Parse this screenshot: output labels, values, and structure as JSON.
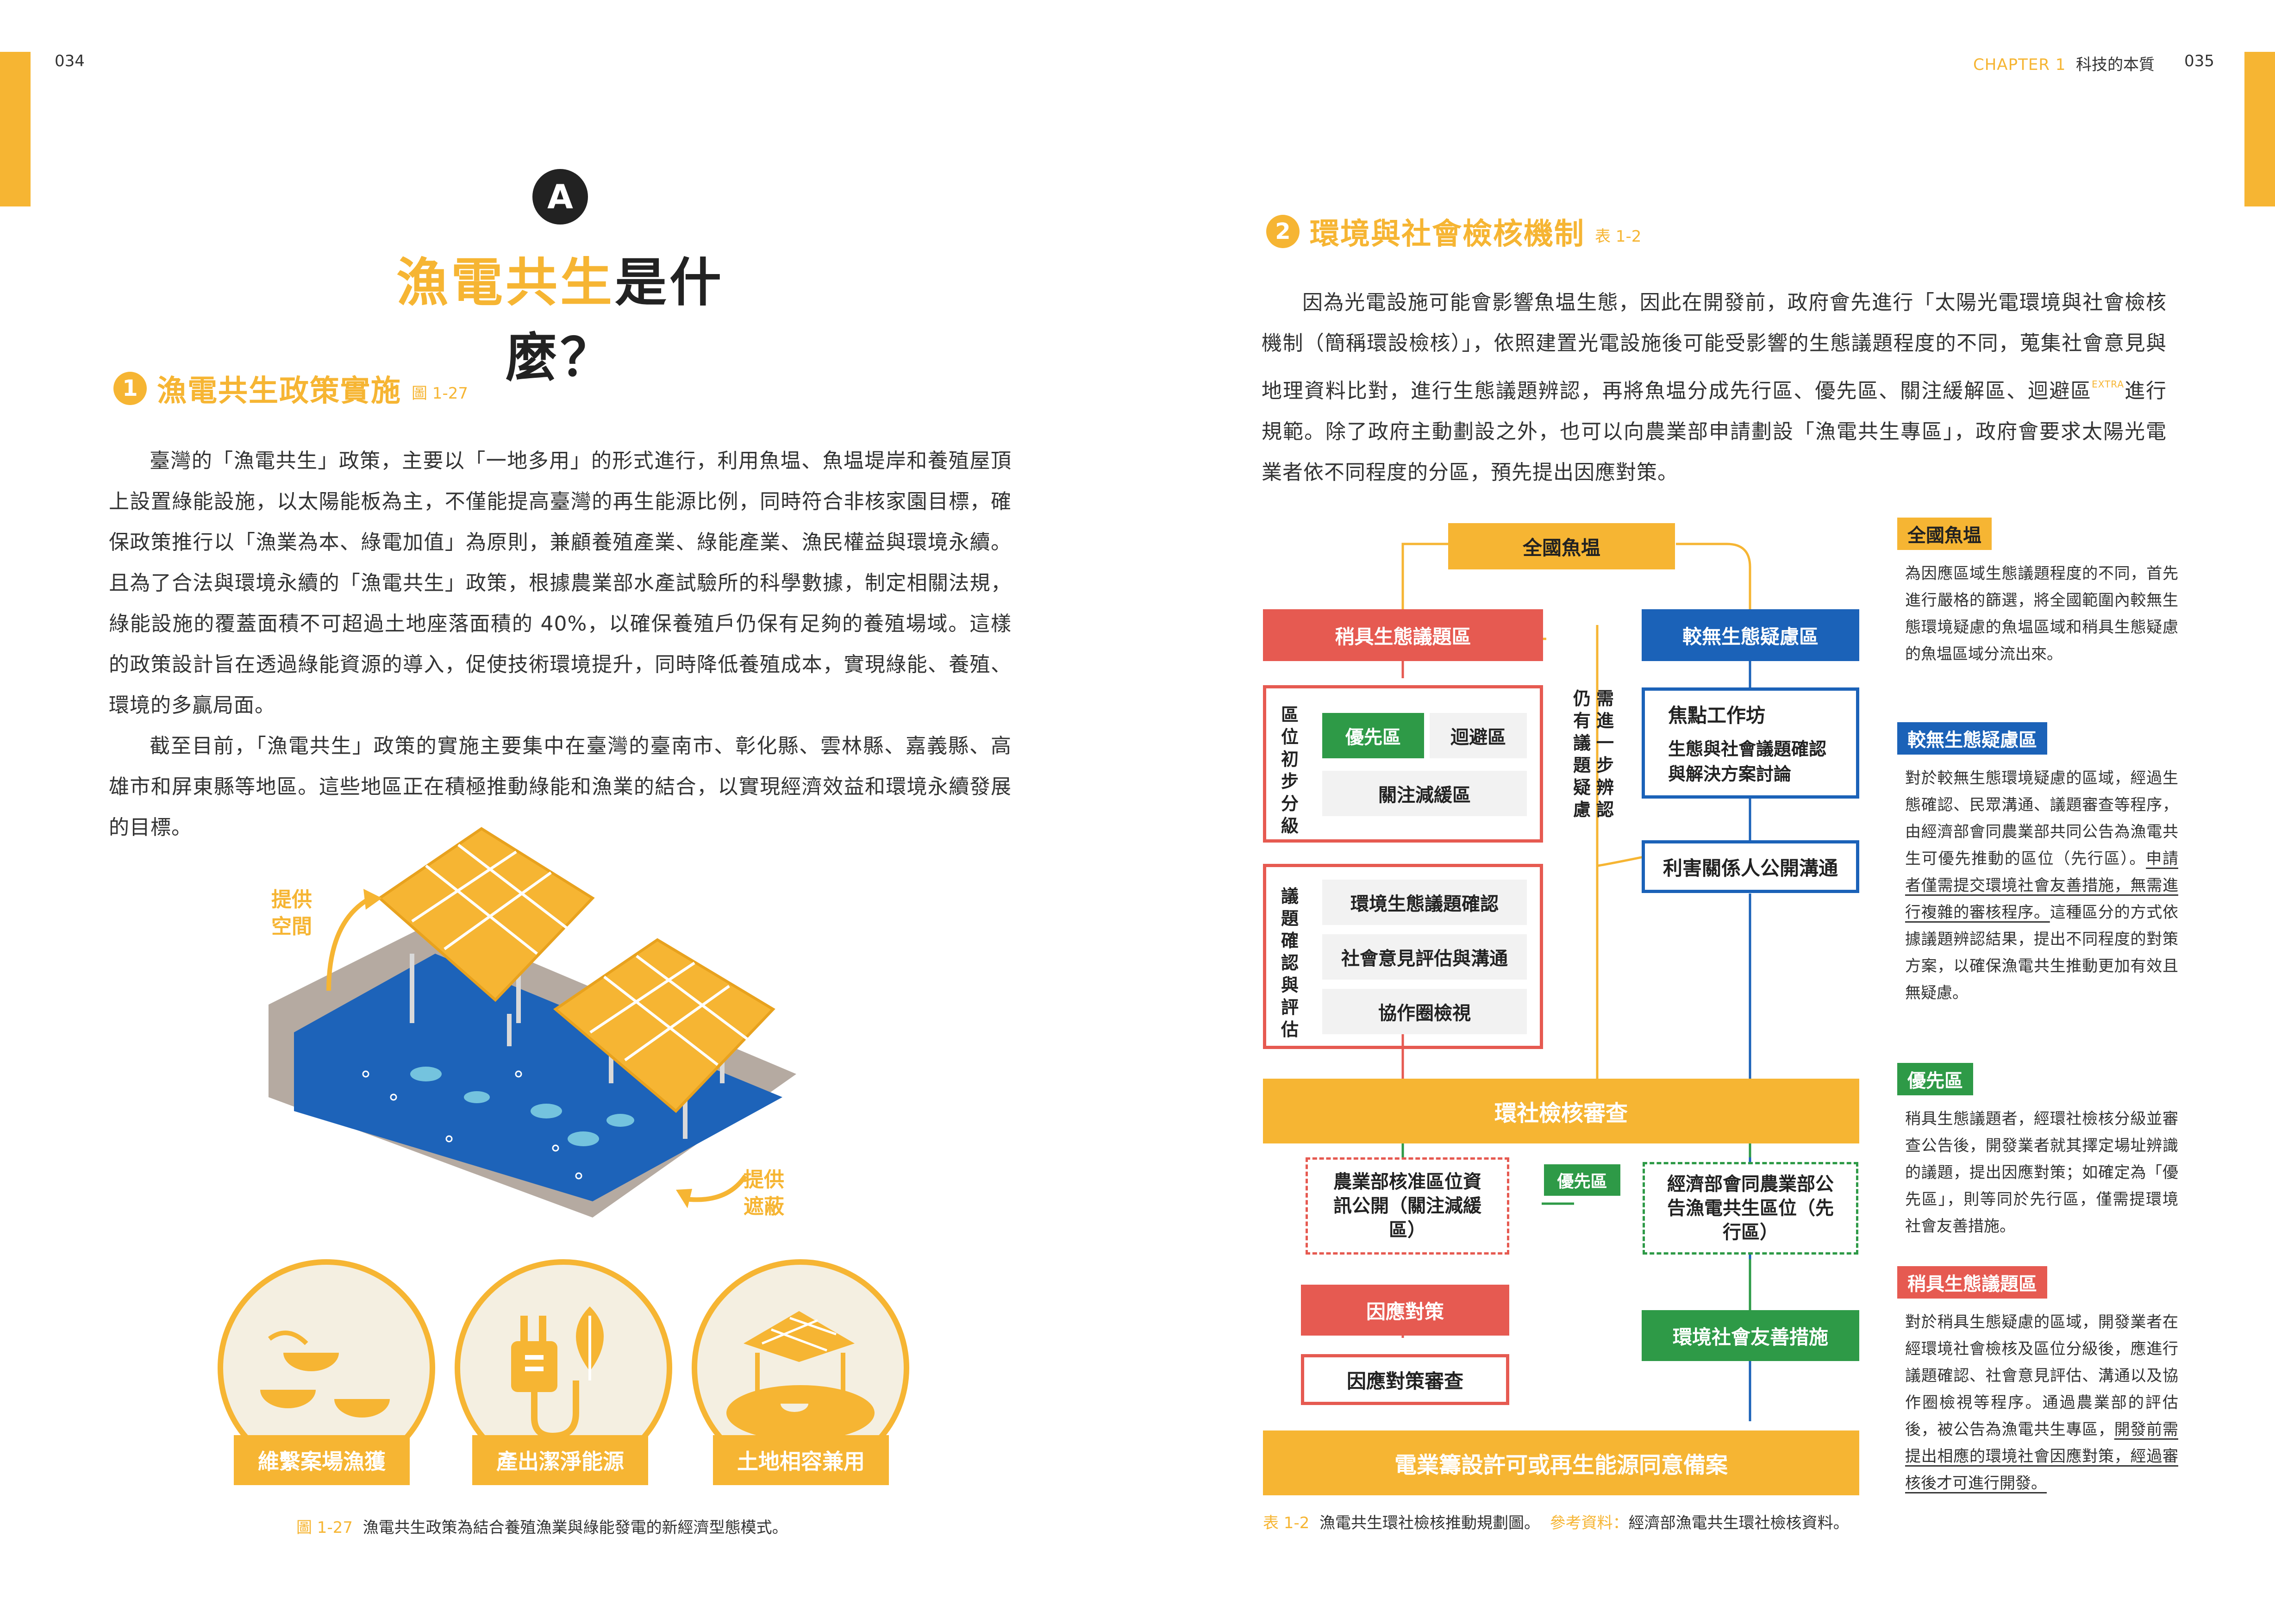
{
  "left": {
    "page_number": "034",
    "section_letter": "A",
    "title_highlight": "漁電共生",
    "title_rest": "是什麼？",
    "sub1": {
      "num": "1",
      "title": "漁電共生政策實施",
      "ref": "圖 1-27"
    },
    "para1": "臺灣的「漁電共生」政策，主要以「一地多用」的形式進行，利用魚塭、魚塭堤岸和養殖屋頂上設置綠能設施，以太陽能板為主，不僅能提高臺灣的再生能源比例，同時符合非核家園目標，確保政策推行以「漁業為本、綠電加值」為原則，兼顧養殖產業、綠能產業、漁民權益與環境永續。且為了合法與環境永續的「漁電共生」政策，根據農業部水產試驗所的科學數據，制定相關法規，綠能設施的覆蓋面積不可超過土地座落面積的 40%，以確保養殖戶仍保有足夠的養殖場域。這樣的政策設計旨在透過綠能資源的導入，促使技術環境提升，同時降低養殖成本，實現綠能、養殖、環境的多贏局面。",
    "para2": "截至目前，「漁電共生」政策的實施主要集中在臺灣的臺南市、彰化縣、雲林縣、嘉義縣、高雄市和屏東縣等地區。這些地區正在積極推動綠能和漁業的結合，以實現經濟效益和環境永續發展的目標。",
    "illus_label_top": "提供\n空間",
    "illus_label_bottom": "提供\n遮蔽",
    "pills": [
      "維繫案場漁獲",
      "產出潔淨能源",
      "土地相容兼用"
    ],
    "caption_num": "圖 1-27",
    "caption_text": "漁電共生政策為結合養殖漁業與綠能發電的新經濟型態模式。"
  },
  "right": {
    "running_head_chapter": "CHAPTER 1",
    "running_head_title": "科技的本質",
    "page_number": "035",
    "sub2": {
      "num": "2",
      "title": "環境與社會檢核機制",
      "ref": "表 1-2"
    },
    "para_a": "因為光電設施可能會影響魚塭生態，因此在開發前，政府會先進行「太陽光電環境與社會檢核機制（簡稱環設檢核）」，依照建置光電設施後可能受影響的生態議題程度的不同，蒐集社會意見與地理資料比對，進行生態議題辨認，再將魚塭分成先行區、優先區、關注緩解區、迴避區",
    "para_extra": "EXTRA",
    "para_b": "進行規範。除了政府主動劃設之外，也可以向農業部申請劃設「漁電共生專區」，政府會要求太陽光電業者依不同程度的分區，預先提出因應對策。",
    "flow": {
      "top": "全國魚塭",
      "red_head": "稍具生態議題區",
      "blue_head": "較無生態疑慮區",
      "vlabel_a": "區位初步分級",
      "priority": "優先區",
      "avoid": "迴避區",
      "concern": "關注減緩區",
      "vlabel_b": "議題確認與評估",
      "eco_confirm": "環境生態議題確認",
      "social_eval": "社會意見評估與溝通",
      "collab": "協作圈檢視",
      "vlabel_mid1": "仍有議題疑慮",
      "vlabel_mid2": "需進一步辨認",
      "workshop_title": "焦點工作坊",
      "workshop_sub": "生態與社會議題確認與解決方案討論",
      "stakeholder": "利害關係人公開溝通",
      "review": "環社檢核審查",
      "agri_approve": "農業部核准區位資訊公開（關注減緩區）",
      "priority_arrow": "優先區",
      "moea_announce": "經濟部會同農業部公告漁電共生區位（先行區）",
      "response": "因應對策",
      "response_review": "因應對策審查",
      "friendly": "環境社會友善措施",
      "final": "電業籌設許可或再生能源同意備案"
    },
    "side": [
      {
        "label": "全國魚塭",
        "text": "為因應區域生態議題程度的不同，首先進行嚴格的篩選，將全國範圍內較無生態環境疑慮的魚塭區域和稍具生態疑慮的魚塭區域分流出來。"
      },
      {
        "label": "較無生態疑慮區",
        "text_a": "對於較無生態環境疑慮的區域，經過生態確認、民眾溝通、議題審查等程序，由經濟部會同農業部共同公告為漁電共生可優先推動的區位（先行區）。",
        "text_u": "申請者僅需提交環境社會友善措施，無需進行複雜的審核程序。",
        "text_b": "這種區分的方式依據議題辨認結果，提出不同程度的對策方案，以確保漁電共生推動更加有效且無疑慮。"
      },
      {
        "label": "優先區",
        "text": "稍具生態議題者，經環社檢核分級並審查公告後，開發業者就其擇定場址辨識的議題，提出因應對策；如確定為「優先區」，則等同於先行區，僅需提環境社會友善措施。"
      },
      {
        "label": "稍具生態議題區",
        "text_a": "對於稍具生態疑慮的區域，開發業者在經環境社會檢核及區位分級後，應進行議題確認、社會意見評估、溝通以及協作圈檢視等程序。通過農業部的評估後，被公告為漁電共生專區，",
        "text_u": "開發前需提出相應的環境社會因應對策，經過審核後才可進行開發。",
        "text_b": ""
      }
    ],
    "caption_num": "表 1-2",
    "caption_text": "漁電共生環社檢核推動規劃圖。",
    "caption_src_label": "參考資料：",
    "caption_src": "經濟部漁電共生環社檢核資料。"
  },
  "colors": {
    "accent": "#f6b533",
    "red": "#e65a51",
    "blue": "#1b62b8",
    "green": "#2e9a47"
  }
}
